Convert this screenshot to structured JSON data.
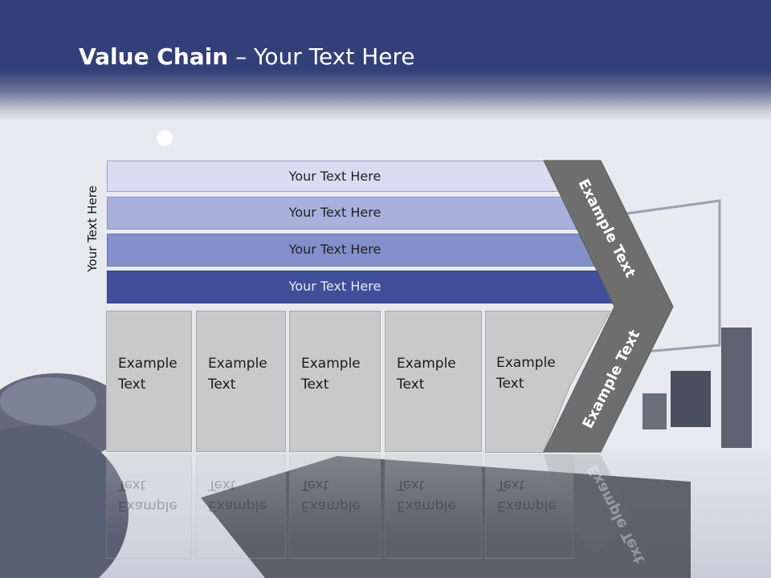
{
  "title": {
    "bold": "Value Chain",
    "rest": " – Your Text Here"
  },
  "side_label": "Your Text Here",
  "bands": [
    {
      "label": "Your Text Here",
      "color": "#d9dcf0"
    },
    {
      "label": "Your Text Here",
      "color": "#a9b0dc"
    },
    {
      "label": "Your Text Here",
      "color": "#8490cc"
    },
    {
      "label": "Your Text Here",
      "color": "#414e99"
    }
  ],
  "boxes": [
    {
      "line1": "Example",
      "line2": "Text"
    },
    {
      "line1": "Example",
      "line2": "Text"
    },
    {
      "line1": "Example",
      "line2": "Text"
    },
    {
      "line1": "Example",
      "line2": "Text"
    },
    {
      "line1": "Example",
      "line2": "Text"
    }
  ],
  "chevron": {
    "upper_text": "Example Text",
    "lower_text": "Example Text",
    "color": "#6e6e6e"
  },
  "colors": {
    "header": "#333f78",
    "box": "#c9c9c9"
  }
}
